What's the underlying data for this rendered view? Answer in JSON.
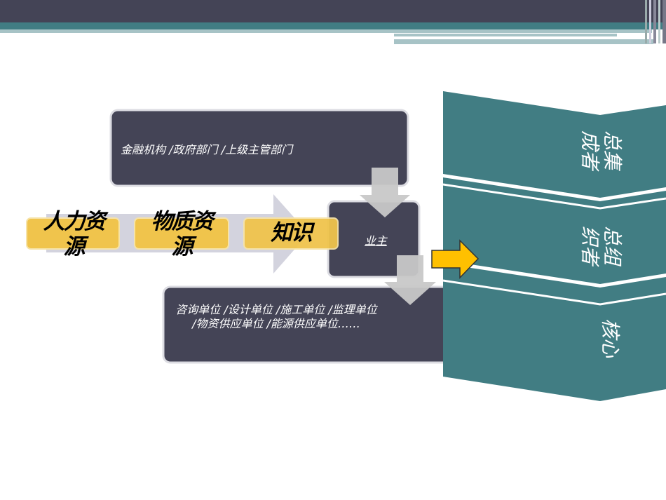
{
  "colors": {
    "dark": "#444456",
    "teal": "#417d83",
    "yellow": "#f0c44c",
    "arrow_yellow": "#ffc000",
    "gray_arrow": "#c8c8c8"
  },
  "top_box": {
    "text": "金融机构 /政府部门 /上级主管部门"
  },
  "resources": [
    {
      "label": "人力资源"
    },
    {
      "label": "物质资源"
    },
    {
      "label": "知识"
    }
  ],
  "owner": {
    "label": "业主"
  },
  "bottom_box": {
    "text": "咨询单位 /设计单位 /施工单位 /监理单位 /物资供应单位 /能源供应单位……"
  },
  "chevrons": [
    {
      "label": "总集\n成者"
    },
    {
      "label": "总组\n织者"
    },
    {
      "label": "核心"
    }
  ]
}
